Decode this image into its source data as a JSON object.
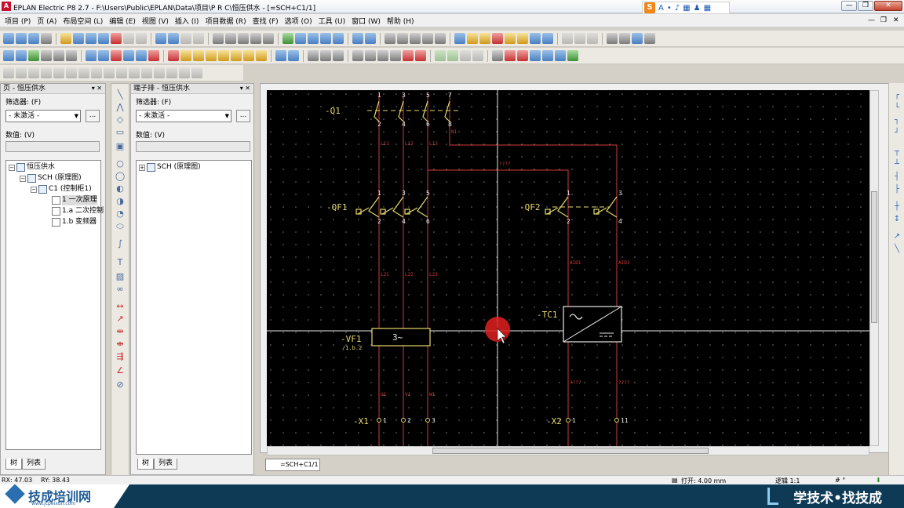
{
  "titlebar": {
    "title": "EPLAN Electric P8 2.7 - F:\\Users\\Public\\EPLAN\\Data\\项目\\P R C\\恒压供水 - [=SCH+C1/1]",
    "logo": "A",
    "ime": [
      "S",
      "A",
      "•",
      "♪",
      "▦",
      "♟",
      "▦"
    ]
  },
  "menu": [
    "项目 (P)",
    "页 (A)",
    "布局空间 (L)",
    "编辑 (E)",
    "视图 (V)",
    "插入 (I)",
    "项目数据 (R)",
    "查找 (F)",
    "选项 (O)",
    "工具 (U)",
    "窗口 (W)",
    "帮助 (H)"
  ],
  "window_controls": {
    "minimize": "—",
    "restore": "❐",
    "close": "✕"
  },
  "page_panel": {
    "title": "页 - 恒压供水",
    "filter_label": "筛选器: (F)",
    "filter_value": "- 未激活 -",
    "dots": "...",
    "value_label": "数值: (V)",
    "tree": [
      {
        "label": "恒压供水",
        "level": 0,
        "exp": "−"
      },
      {
        "label": "SCH (原理图)",
        "level": 1,
        "exp": "−"
      },
      {
        "label": "C1 (控制柜1)",
        "level": 2,
        "exp": "−"
      },
      {
        "label": "1 一次原理",
        "level": 3,
        "exp": "",
        "selected": true
      },
      {
        "label": "1.a 二次控制",
        "level": 3,
        "exp": ""
      },
      {
        "label": "1.b 变频器",
        "level": 3,
        "exp": ""
      }
    ],
    "tabs": [
      "树",
      "列表"
    ]
  },
  "terminal_panel": {
    "title": "端子排 - 恒压供水",
    "filter_label": "筛选器: (F)",
    "filter_value": "- 未激活 -",
    "dots": "...",
    "value_label": "数值: (V)",
    "tree": [
      {
        "label": "SCH (原理图)",
        "exp": "+"
      }
    ],
    "tabs": [
      "树",
      "列表"
    ]
  },
  "drawing": {
    "q1": "-Q1",
    "qf1": "-QF1",
    "qf2": "-QF2",
    "vf1": "-VF1",
    "vf1_ref": "/1.b.2",
    "vf1_symbol": "3~",
    "tc1": "-TC1",
    "x1": "-X1",
    "x2": "-X2",
    "q1_terms_top": [
      "1",
      "3",
      "5",
      "7"
    ],
    "q1_terms_bot": [
      "2",
      "4",
      "6",
      "8"
    ],
    "qf1_terms_top": [
      "1",
      "3",
      "5"
    ],
    "qf1_terms_bot": [
      "2",
      "4",
      "6"
    ],
    "qf2_terms_top": [
      "1",
      "3"
    ],
    "qf2_terms_bot": [
      "2",
      "4"
    ],
    "x1_terms": [
      "1",
      "2",
      "3"
    ],
    "x2_terms": [
      "1",
      "11"
    ],
    "wire_l_top": [
      "L11",
      "L12",
      "L13"
    ],
    "wire_n": "N1",
    "wire_l_mid": [
      "L21",
      "L22",
      "L23"
    ],
    "wire_uvw": [
      "U1",
      "V1",
      "W1"
    ],
    "wire_aux": [
      "AID1",
      "AID2"
    ],
    "wire_unk": "????"
  },
  "doc_tab": "=SCH+C1/1",
  "status": {
    "rx": "RX: 47.03",
    "ry": "RY: 38.43",
    "open": "打开: 4.00 mm",
    "logic": "逻辑 1:1",
    "hash": "# °"
  },
  "footer": {
    "brand": "技成培训网",
    "url": "www.jcpeixun.com",
    "slogan": "学技术•找技成"
  }
}
